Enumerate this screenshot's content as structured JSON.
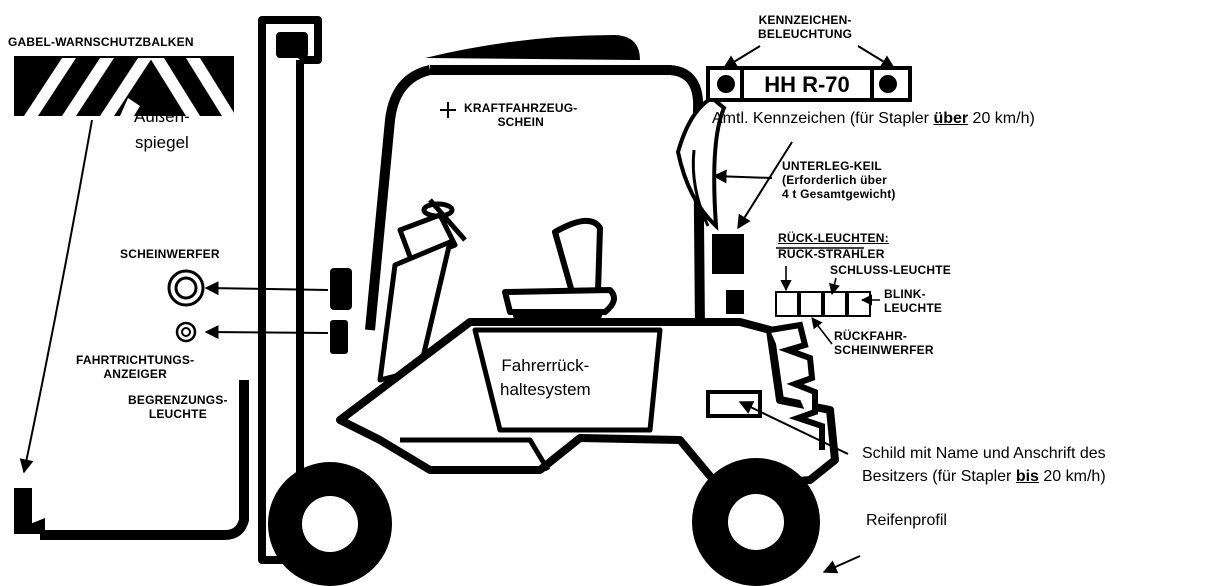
{
  "labels": {
    "fork_warning_bar": "GABEL-WARNSCHUTZBALKEN",
    "outside_mirror_1": "Außen-",
    "outside_mirror_2": "spiegel",
    "headlight": "SCHEINWERFER",
    "direction_indicator_1": "FAHRTRICHTUNGS-",
    "direction_indicator_2": "ANZEIGER",
    "marker_light_1": "BEGRENZUNGS-",
    "marker_light_2": "LEUCHTE",
    "registration_1": "KRAFTFAHRZEUG-",
    "registration_2": "SCHEIN",
    "plate_light_1": "KENNZEICHEN-",
    "plate_light_2": "BELEUCHTUNG",
    "plate_text": "HH R-70",
    "official_plate_pre": "Amtl. Kennzeichen (für Stapler ",
    "official_plate_emph": "über",
    "official_plate_post": " 20 km/h)",
    "wheel_chock_1": "UNTERLEG-KEIL",
    "wheel_chock_2": "(Erforderlich über",
    "wheel_chock_3": "4 t Gesamtgewicht)",
    "rear_lights": "RÜCK-LEUCHTEN:",
    "reflector": "RÜCK-STRAHLER",
    "tail_light": "SCHLUSS-LEUCHTE",
    "blink_1": "BLINK-",
    "blink_2": "LEUCHTE",
    "reverse_light_1": "RÜCKFAHR-",
    "reverse_light_2": "SCHEINWERFER",
    "restraint_1": "Fahrerrück-",
    "restraint_2": "haltesystem",
    "owner_plate_1": "Schild mit Name und Anschrift des",
    "owner_plate_2_pre": "Besitzers (für Stapler ",
    "owner_plate_2_emph": "bis",
    "owner_plate_2_post": " 20 km/h)",
    "tread": "Reifenprofil"
  },
  "icons": {
    "registration_marker": "plus-icon",
    "headlight": "double-circle-icon",
    "indicator": "double-circle-icon"
  },
  "colors": {
    "ink": "#000000",
    "paper": "#ffffff"
  }
}
